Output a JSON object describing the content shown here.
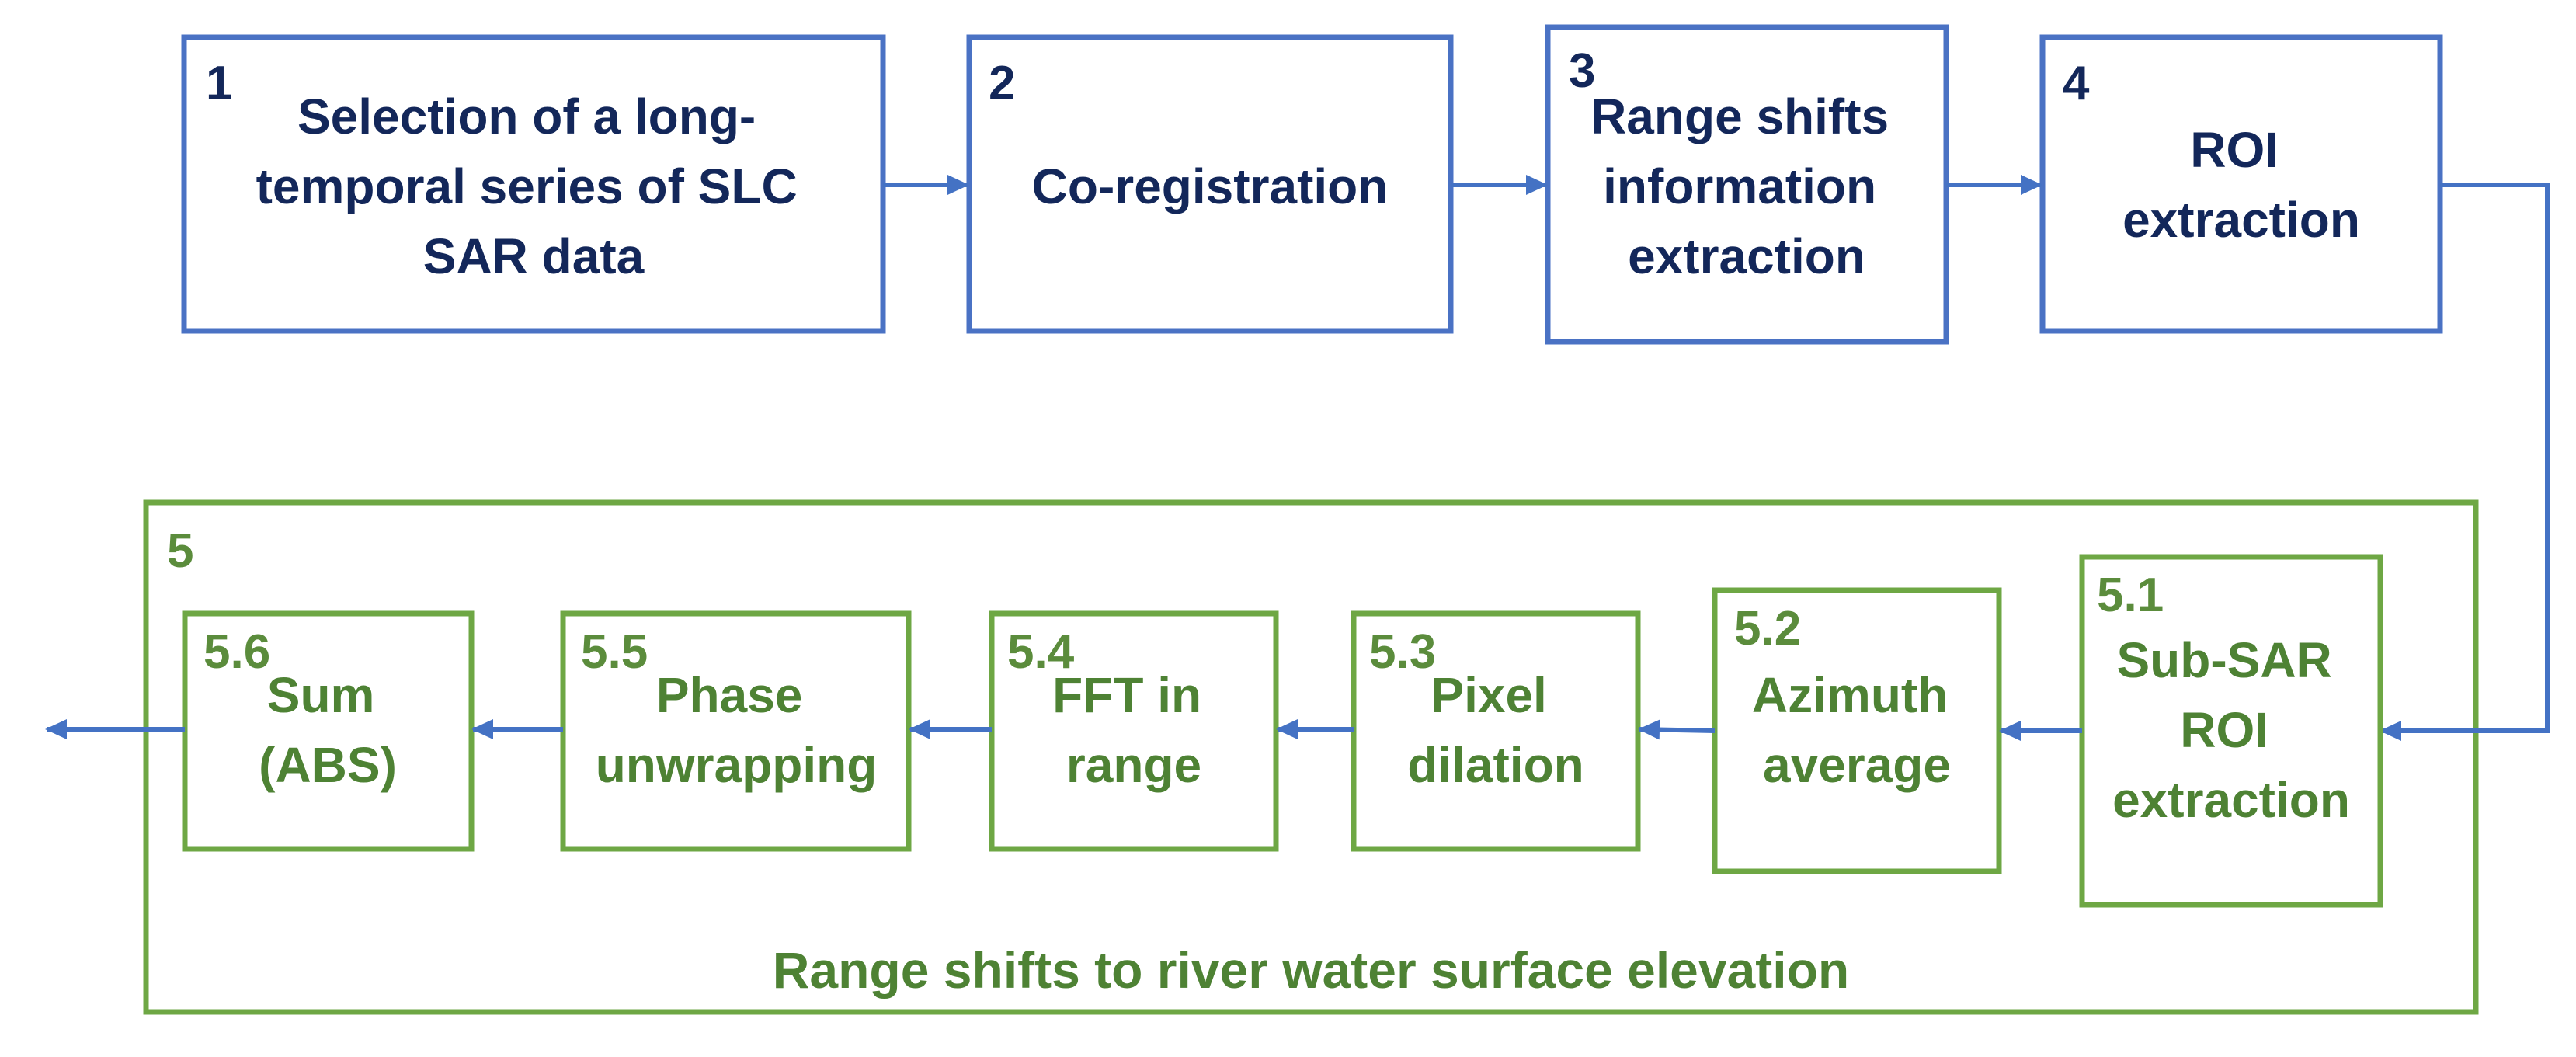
{
  "top_steps": [
    {
      "number": "1",
      "lines": [
        "Selection of a long-",
        "temporal series of SLC",
        "SAR data"
      ]
    },
    {
      "number": "2",
      "lines": [
        "Co-registration"
      ]
    },
    {
      "number": "3",
      "lines": [
        "Range shifts",
        "information",
        "extraction"
      ]
    },
    {
      "number": "4",
      "lines": [
        "ROI",
        "extraction"
      ]
    }
  ],
  "group": {
    "number": "5",
    "caption": "Range shifts to river water surface elevation"
  },
  "sub_steps": [
    {
      "number": "5.1",
      "lines": [
        "Sub-SAR",
        "ROI",
        "extraction"
      ]
    },
    {
      "number": "5.2",
      "lines": [
        "Azimuth",
        "average"
      ]
    },
    {
      "number": "5.3",
      "lines": [
        "Pixel",
        "dilation"
      ]
    },
    {
      "number": "5.4",
      "lines": [
        "FFT in",
        "range"
      ]
    },
    {
      "number": "5.5",
      "lines": [
        "Phase",
        "unwrapping"
      ]
    },
    {
      "number": "5.6",
      "lines": [
        "Sum",
        "(ABS)"
      ]
    }
  ],
  "colors": {
    "blue_box": "#4a72c4",
    "blue_text": "#13275a",
    "green_box": "#6ea744",
    "green_text": "#4e8234",
    "arrow": "#4472c4"
  }
}
